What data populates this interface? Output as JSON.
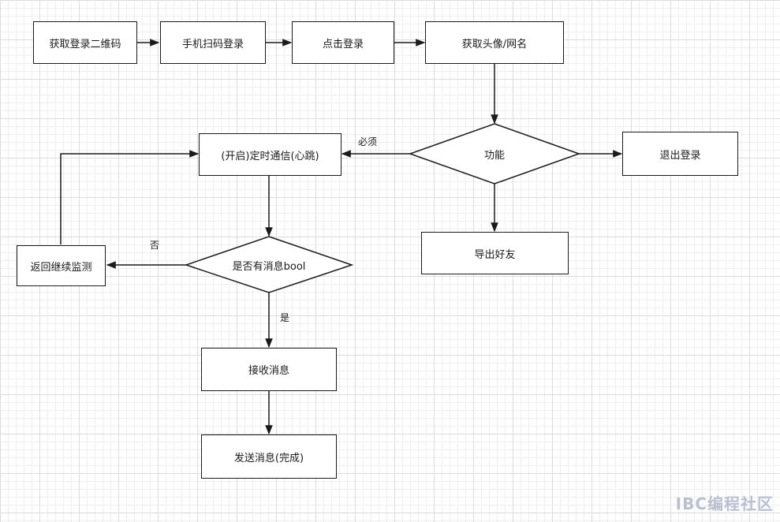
{
  "nodes": {
    "get_qr": "获取登录二维码",
    "scan": "手机扫码登录",
    "click_login": "点击登录",
    "get_avatar": "获取头像/网名",
    "function": "功能",
    "logout": "退出登录",
    "export_friends": "导出好友",
    "heartbeat": "(开启)定时通信(心跳)",
    "has_msg": "是否有消息bool",
    "return_monitor": "返回继续监测",
    "receive": "接收消息",
    "send_done": "发送消息(完成)"
  },
  "edge_labels": {
    "required": "必须",
    "no": "否",
    "yes": "是"
  },
  "watermark": "IBC编程社区",
  "colors": {
    "stroke": "#1a1a1a",
    "fill": "#ffffff",
    "watermark": "#b8bfd0"
  }
}
